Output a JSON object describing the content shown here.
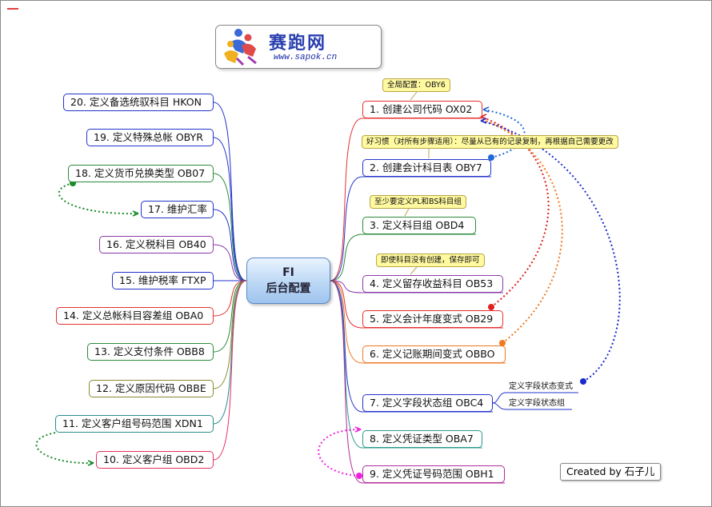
{
  "center": {
    "line1": "FI",
    "line2": "后台配置"
  },
  "logo": {
    "title": "赛跑网",
    "url": "www.sapok.cn"
  },
  "credit": "Created by 石子儿",
  "right_nodes": [
    {
      "label": "1. 创建公司代码 OX02",
      "color": "#e53030"
    },
    {
      "label": "2. 创建会计科目表 OBY7",
      "color": "#2233cc"
    },
    {
      "label": "3. 定义科目组 OBD4",
      "color": "#2a8a3a"
    },
    {
      "label": "4. 定义留存收益科目 OB53",
      "color": "#8a3aa8"
    },
    {
      "label": "5. 定义会计年度变式 OB29",
      "color": "#e53030"
    },
    {
      "label": "6. 定义记账期间变式 OBBO",
      "color": "#f07a20"
    },
    {
      "label": "7. 定义字段状态组 OBC4",
      "color": "#2233cc"
    },
    {
      "label": "8. 定义凭证类型 OBA7",
      "color": "#2a9a8a"
    },
    {
      "label": "9. 定义凭证号码范围 OBH1",
      "color": "#b02a9a"
    }
  ],
  "left_nodes": [
    {
      "label": "20. 定义备选统驭科目 HKON",
      "color": "#2233cc"
    },
    {
      "label": "19. 定义特殊总帐 OBYR",
      "color": "#2233cc"
    },
    {
      "label": "18. 定义货币兑换类型 OB07",
      "color": "#2a8a3a"
    },
    {
      "label": "17. 维护汇率",
      "color": "#2233cc"
    },
    {
      "label": "16. 定义税科目 OB40",
      "color": "#8a3aa8"
    },
    {
      "label": "15. 维护税率 FTXP",
      "color": "#2233cc"
    },
    {
      "label": "14. 定义总帐科目容差组 OBA0",
      "color": "#e53030"
    },
    {
      "label": "13. 定义支付条件 OBB8",
      "color": "#2a8a3a"
    },
    {
      "label": "12. 定义原因代码 OBBE",
      "color": "#8a8a30"
    },
    {
      "label": "11. 定义客户组号码范围 XDN1",
      "color": "#2a8a8a"
    },
    {
      "label": "10. 定义客户组 OBD2",
      "color": "#e53060"
    }
  ],
  "notes": [
    "全局配置：OBY6",
    "好习惯（对所有步骤适用）：尽量从已有的记录复制，再根据自己需要更改",
    "至少要定义PL和BS科目组",
    "即使科目没有创建，保存即可"
  ],
  "subnodes": [
    "定义字段状态变式",
    "定义字段状态组"
  ]
}
